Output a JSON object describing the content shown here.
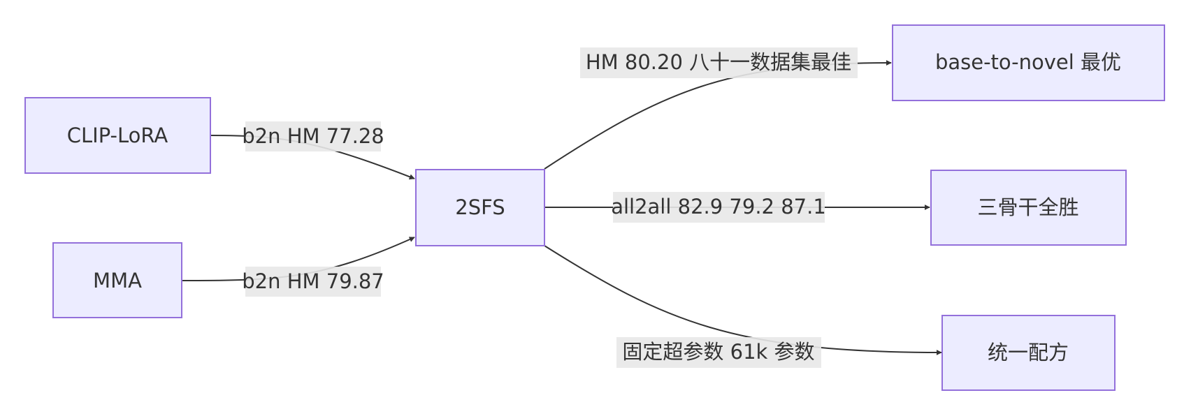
{
  "diagram": {
    "type": "flowchart",
    "direction": "left-to-right",
    "colors": {
      "node_fill": "#ECECFF",
      "node_stroke": "#9370DB",
      "edge": "#333333",
      "label_bg": "#e8e8e8",
      "text": "#333333"
    },
    "nodes": {
      "clip_lora": "CLIP-LoRA",
      "mma": "MMA",
      "sfs": "2SFS",
      "b2n": "base-to-novel 最优",
      "backbones": "三骨干全胜",
      "recipe": "统一配方"
    },
    "edges": [
      {
        "from": "CLIP-LoRA",
        "to": "2SFS",
        "label": "b2n HM 77.28"
      },
      {
        "from": "MMA",
        "to": "2SFS",
        "label": "b2n HM 79.87"
      },
      {
        "from": "2SFS",
        "to": "base-to-novel 最优",
        "label": "HM 80.20 八十一数据集最佳"
      },
      {
        "from": "2SFS",
        "to": "三骨干全胜",
        "label": "all2all 82.9 79.2 87.1"
      },
      {
        "from": "2SFS",
        "to": "统一配方",
        "label": "固定超参数 61k 参数"
      }
    ]
  }
}
